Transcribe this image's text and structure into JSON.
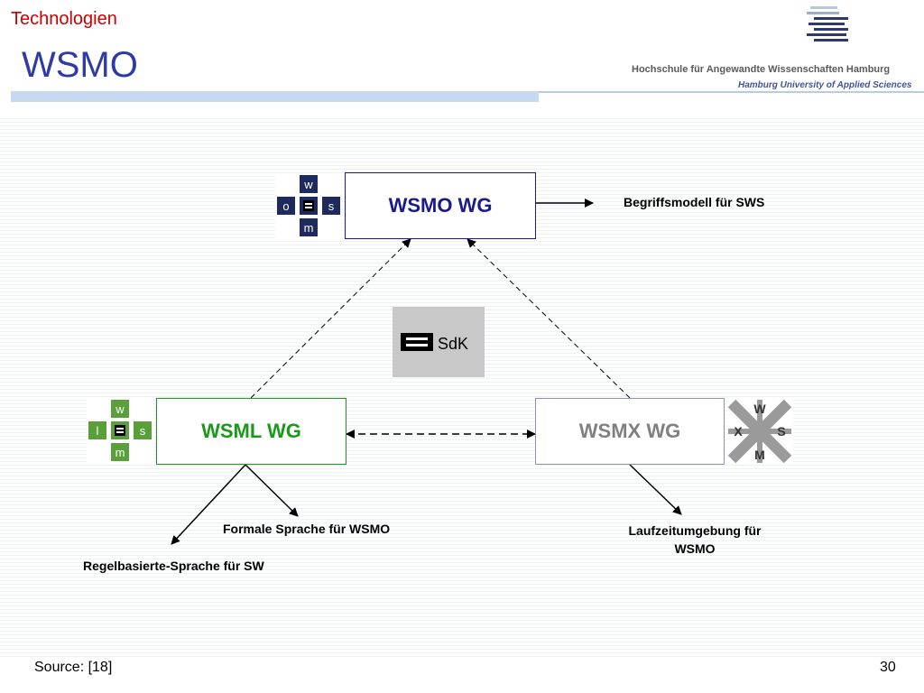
{
  "slide": {
    "section": "Technologien",
    "title": "WSMO",
    "university_line1": "Hochschule für Angewandte Wissenschaften Hamburg",
    "university_line2": "Hamburg University of Applied Sciences",
    "source": "Source: [18]",
    "page_number": "30"
  },
  "colors": {
    "section_red": "#cc0000",
    "title_blue": "#2e3aa8",
    "bar_blue": "#c6d9f1",
    "wsmo_navy": "#1a1a8c",
    "wsml_green": "#1a9a1a",
    "wsmx_gray": "#808080",
    "logo_navy": "#1e2a5c",
    "logo_green": "#5aa03a",
    "logo_gray": "#9a9a9a"
  },
  "diagram": {
    "wsmo_box": "WSMO WG",
    "wsml_box": "WSML WG",
    "wsmx_box": "WSMX WG",
    "wsmo_desc": "Begriffsmodell für SWS",
    "wsml_desc_1": "Formale Sprache für WSMO",
    "wsml_desc_2": "Regelbasierte-Sprache für SW",
    "wsmx_desc_line1": "Laufzeitumgebung für",
    "wsmx_desc_line2": "WSMO",
    "wsmo_logo_letters": [
      "w",
      "o",
      "s",
      "m"
    ],
    "wsml_logo_letters": [
      "w",
      "l",
      "s",
      "m"
    ],
    "wsmx_logo_letters": [
      "W",
      "X",
      "S",
      "M"
    ],
    "sdk_logo_text": "SdK"
  },
  "icons": [
    "hamburg-university-logo-icon",
    "wsmo-logo-icon",
    "wsml-logo-icon",
    "wsmx-logo-icon",
    "sdk-logo-icon"
  ]
}
